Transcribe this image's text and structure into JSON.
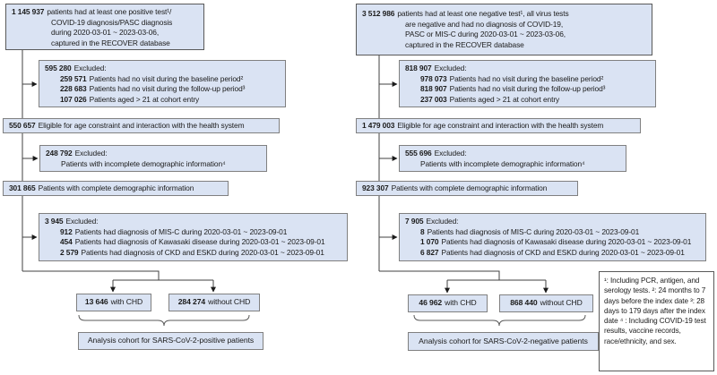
{
  "colors": {
    "box_fill": "#dae3f3",
    "box_border": "#808080",
    "box_border_dark": "#595959",
    "connector": "#404040"
  },
  "left": {
    "top": {
      "num": "1 145 937",
      "l1": "patients had at least one positive test¹/",
      "l2": "COVID-19 diagnosis/PASC diagnosis",
      "l3": "during 2020-03-01 ~ 2023-03-06,",
      "l4": "captured in the RECOVER database"
    },
    "excl1": {
      "num": "595 280",
      "label": "Excluded:",
      "items": [
        {
          "num": "259 571",
          "text": "Patients had no visit during the baseline period²"
        },
        {
          "num": "228 683",
          "text": "Patients had no visit during the follow-up period³"
        },
        {
          "num": "107 026",
          "text": "Patients aged > 21 at cohort entry"
        }
      ]
    },
    "eligible": {
      "num": "550 657",
      "text": "Eligible for age constraint and interaction with the health system"
    },
    "excl2": {
      "num": "248 792",
      "label": "Excluded:",
      "text": "Patients with incomplete demographic information⁴"
    },
    "complete": {
      "num": "301 865",
      "text": "Patients with complete demographic information"
    },
    "excl3": {
      "num": "3 945",
      "label": "Excluded:",
      "items": [
        {
          "num": "912",
          "text": "Patients had diagnosis of MIS-C during 2020-03-01 ~ 2023-09-01"
        },
        {
          "num": "454",
          "text": "Patients had diagnosis of Kawasaki disease during 2020-03-01 ~ 2023-09-01"
        },
        {
          "num": "2 579",
          "text": "Patients had diagnosis of CKD and ESKD during 2020-03-01 ~ 2023-09-01"
        }
      ]
    },
    "chd": {
      "num": "13 646",
      "text": "with CHD"
    },
    "nochd": {
      "num": "284 274",
      "text": "without CHD"
    },
    "analysis": {
      "text": "Analysis cohort for SARS-CoV-2-positive patients"
    }
  },
  "right": {
    "top": {
      "num": "3 512 986",
      "l1": "patients had at least one negative test¹, all virus tests",
      "l2": "are negative and had no diagnosis of COVID-19,",
      "l3": "PASC or MIS-C during 2020-03-01 ~ 2023-03-06,",
      "l4": "captured in the RECOVER database"
    },
    "excl1": {
      "num": "818 907",
      "label": "Excluded:",
      "items": [
        {
          "num": "978 073",
          "text": "Patients had no visit during the baseline period²"
        },
        {
          "num": "818 907",
          "text": "Patients had no visit during the follow-up period³"
        },
        {
          "num": "237 003",
          "text": "Patients aged > 21 at cohort entry"
        }
      ]
    },
    "eligible": {
      "num": "1 479 003",
      "text": "Eligible for age constraint and interaction with the health system"
    },
    "excl2": {
      "num": "555 696",
      "label": "Excluded:",
      "text": "Patients with incomplete demographic information⁴"
    },
    "complete": {
      "num": "923 307",
      "text": "Patients with complete demographic information"
    },
    "excl3": {
      "num": "7 905",
      "label": "Excluded:",
      "items": [
        {
          "num": "8",
          "text": "Patients had diagnosis of MIS-C during 2020-03-01 ~ 2023-09-01"
        },
        {
          "num": "1 070",
          "text": "Patients had diagnosis of Kawasaki disease during 2020-03-01 ~ 2023-09-01"
        },
        {
          "num": "6 827",
          "text": "Patients had diagnosis of CKD and ESKD during 2020-03-01 ~ 2023-09-01"
        }
      ]
    },
    "chd": {
      "num": "46 962",
      "text": "with CHD"
    },
    "nochd": {
      "num": "868 440",
      "text": "without CHD"
    },
    "analysis": {
      "text": "Analysis cohort for SARS-CoV-2-negative patients"
    }
  },
  "footnotes": {
    "f1": "¹: Including PCR, antigen, and serology tests.",
    "f2": "²: 24 months to 7 days before the index date",
    "f3": "³: 28 days to 179 days after the index date",
    "f4": "⁴ : Including COVID-19 test results, vaccine records, race/ethnicity, and sex."
  }
}
